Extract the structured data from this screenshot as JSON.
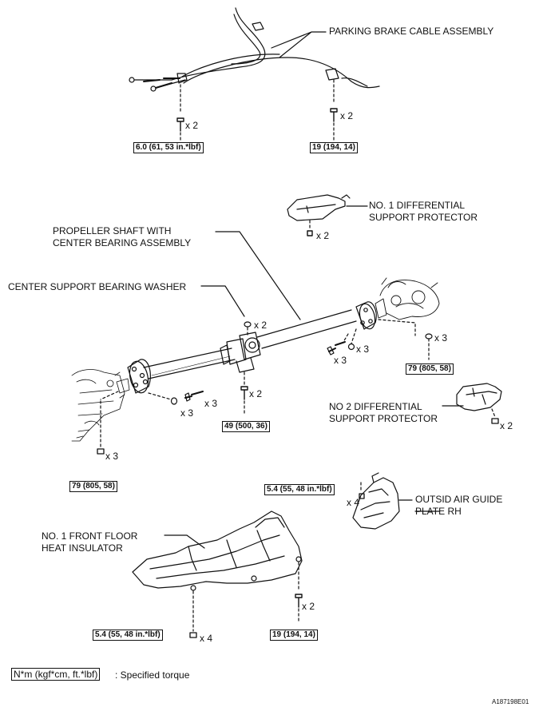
{
  "labels": {
    "parking_brake": "PARKING BRAKE CABLE ASSEMBLY",
    "diff_protector_1_line1": "NO. 1 DIFFERENTIAL",
    "diff_protector_1_line2": "SUPPORT PROTECTOR",
    "propeller_line1": "PROPELLER SHAFT WITH",
    "propeller_line2": "CENTER BEARING ASSEMBLY",
    "center_washer": "CENTER SUPPORT BEARING WASHER",
    "diff_protector_2_line1": "NO 2 DIFFERENTIAL",
    "diff_protector_2_line2": "SUPPORT PROTECTOR",
    "air_guide_line1": "OUTSID AIR GUIDE",
    "air_guide_line2": "PLATE RH",
    "heat_insulator_line1": "NO. 1 FRONT FLOOR",
    "heat_insulator_line2": "HEAT INSULATOR"
  },
  "torques": {
    "t1": "6.0 (61, 53 in.*lbf)",
    "t2": "19 (194, 14)",
    "t3": "79 (805, 58)",
    "t4": "49 (500, 36)",
    "t5": "79 (805, 58)",
    "t6": "5.4 (55, 48 in.*lbf)",
    "t7": "5.4 (55, 48 in.*lbf)",
    "t8": "19 (194, 14)"
  },
  "quantities": {
    "q_pb_left": "x 2",
    "q_pb_right": "x 2",
    "q_diff1": "x 2",
    "q_washer": "x 2",
    "q_rear_nut": "x 3",
    "q_rear_washer": "x 3",
    "q_rear_bolt": "x 3",
    "q_center_bolt": "x 2",
    "q_front_washer": "x 3",
    "q_front_bolt": "x 3",
    "q_front_nut": "x 3",
    "q_diff2": "x 2",
    "q_air_guide": "x 4",
    "q_heat_left": "x 4",
    "q_heat_right": "x 2"
  },
  "legend": {
    "unit_box": "N*m (kgf*cm, ft.*lbf)",
    "text": ": Specified torque"
  },
  "figure_code": "A187198E01"
}
